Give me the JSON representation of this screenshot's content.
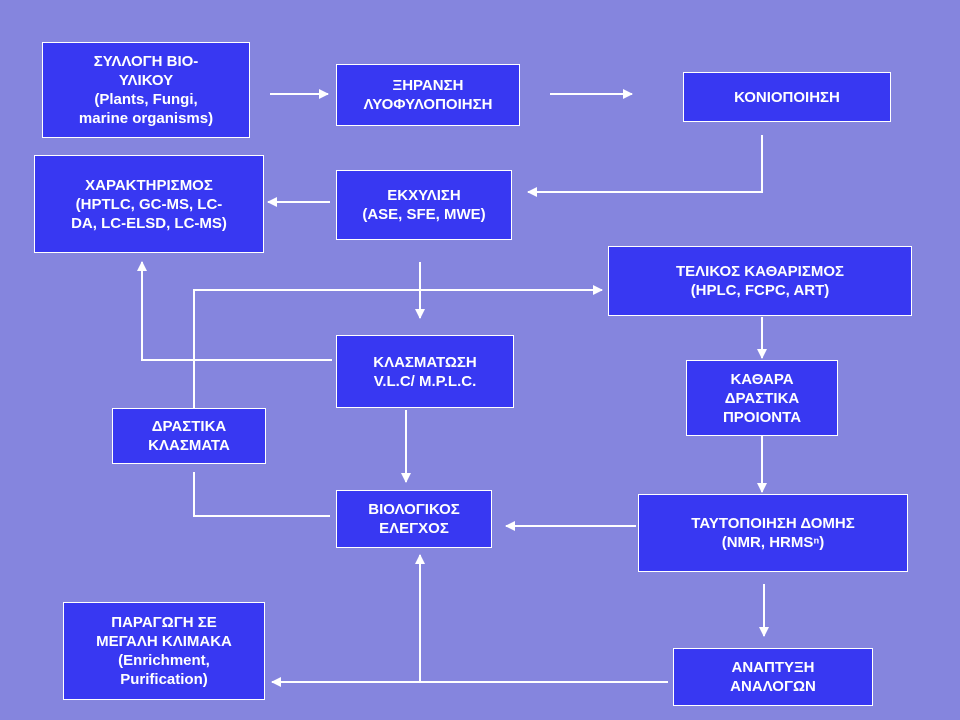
{
  "diagram": {
    "colors": {
      "background": "#8585de",
      "box_fill": "#3838f2",
      "line": "#ffffff"
    },
    "boxes": {
      "syllogi": "ΣΥΛΛΟΓΗ ΒΙΟ-\nΥΛΙΚΟΥ\n(Plants, Fungi,\nmarine organisms)",
      "xiransi": "ΞΗΡΑΝΣΗ\nΛΥΟΦΥΛΟΠΟΙΗΣΗ",
      "konio": "ΚΟΝΙΟΠΟΙΗΣΗ",
      "xaraktirismos": "ΧΑΡΑΚΤΗΡΙΣΜΟΣ\n(HPTLC, GC-MS, LC-\nDA, LC-ELSD, LC-MS)",
      "ekxylisi": "ΕΚΧΥΛΙΣΗ\n(ASE, SFE, MWE)",
      "telikos": "ΤΕΛΙΚΟΣ ΚΑΘΑΡΙΣΜΟΣ\n(HPLC, FCPC, ART)",
      "klasmatosi": "ΚΛΑΣΜΑΤΩΣΗ\nV.L.C/ M.P.L.C.",
      "kathara": "ΚΑΘΑΡΑ\nΔΡΑΣΤΙΚΑ\nΠΡΟΙΟΝΤΑ",
      "drastika": "ΔΡΑΣΤΙΚΑ\nΚΛΑΣΜΑΤΑ",
      "viologikos": "ΒΙΟΛΟΓΙΚΟΣ\nΕΛΕΓΧΟΣ",
      "taftopoiisi": "ΤΑΥΤΟΠΟΙΗΣΗ ΔΟΜΗΣ\n(NMR, HRMSⁿ)",
      "paragogi": "ΠΑΡΑΓΩΓΗ ΣΕ\nΜΕΓΑΛΗ ΚΛΙΜΑΚΑ\n(Enrichment,\nPurification)",
      "anaptyxi": "ΑΝΑΠΤΥΞΗ\nΑΝΑΛΟΓΩΝ"
    }
  }
}
